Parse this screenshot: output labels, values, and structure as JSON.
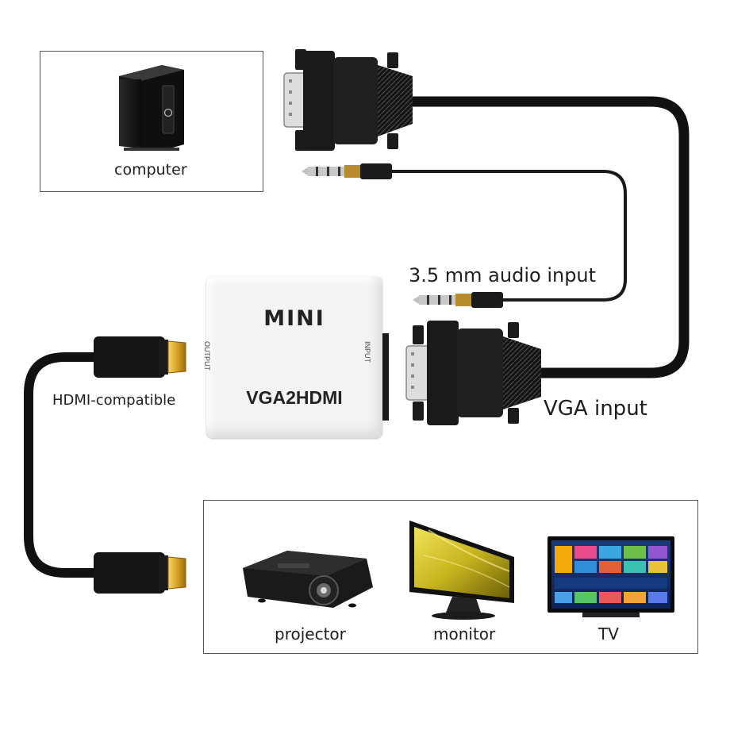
{
  "labels": {
    "computer": "computer",
    "audio_input": "3.5 mm audio input",
    "vga_input": "VGA input",
    "hdmi": "HDMI-compatible",
    "projector": "projector",
    "monitor": "monitor",
    "tv": "TV"
  },
  "adapter": {
    "brand": "MINI",
    "model": "VGA2HDMI",
    "port_output": "OUTPUT",
    "port_input": "INPUT"
  },
  "colors": {
    "cable": "#111111",
    "hdmi_gold": "#d9a323",
    "adapter_body": "#f3f3f3",
    "border": "#555555"
  }
}
